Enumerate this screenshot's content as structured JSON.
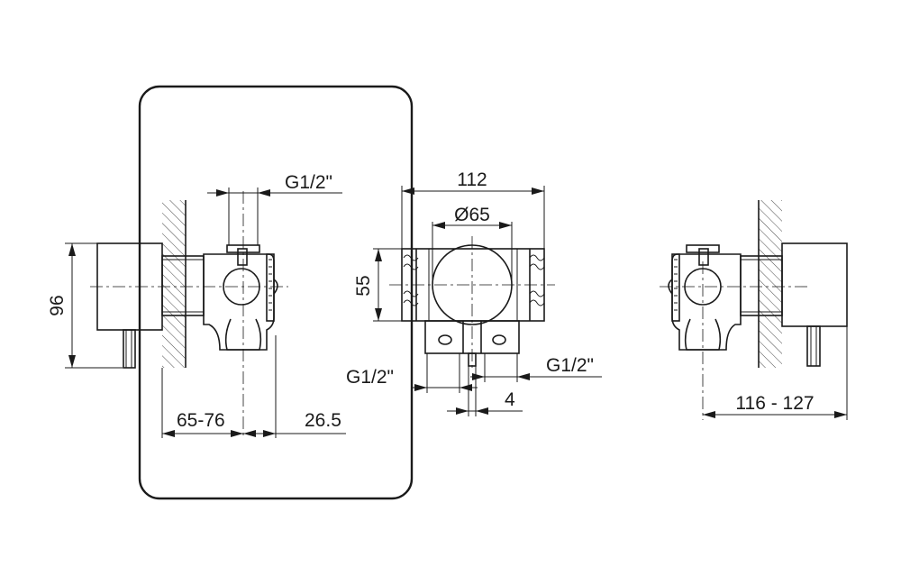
{
  "dimensions": {
    "height_96": "96",
    "pipe_thread_top": "G1/2\"",
    "depth_range": "65-76",
    "offset": "26.5",
    "width_112": "112",
    "diameter_65": "Ø65",
    "height_55": "55",
    "pipe_thread_left": "G1/2\"",
    "pipe_thread_right": "G1/2\"",
    "gap_4": "4",
    "length_range": "116 - 127"
  },
  "colors": {
    "line": "#1a1a1a",
    "background": "#ffffff"
  }
}
